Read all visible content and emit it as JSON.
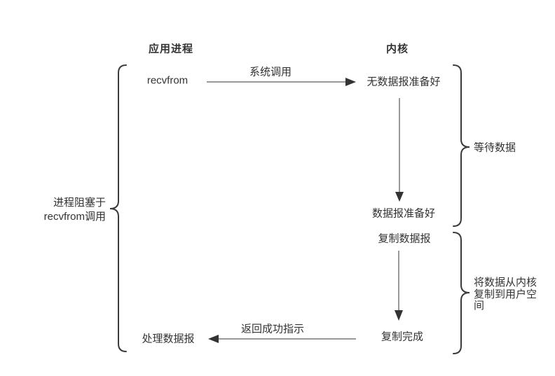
{
  "diagram": {
    "columns": {
      "left_header": "应用进程",
      "right_header": "内核"
    },
    "nodes": {
      "recvfrom": "recvfrom",
      "no_datagram_ready": "无数据报准备好",
      "datagram_ready": "数据报准备好",
      "copy_datagram": "复制数据报",
      "copy_complete": "复制完成",
      "process_datagram": "处理数据报"
    },
    "arrow_labels": {
      "system_call": "系统调用",
      "return_success": "返回成功指示"
    },
    "brace_labels": {
      "process_blocked": "进程阻塞于\nrecvfrom调用",
      "wait_for_data": "等待数据",
      "copy_to_user_space": "将数据从内核\n复制到用户空\n间"
    },
    "colors": {
      "background": "#ffffff",
      "text": "#333333",
      "line": "#999999",
      "arrowhead": "#333333",
      "brace": "#3b3b3b"
    }
  }
}
